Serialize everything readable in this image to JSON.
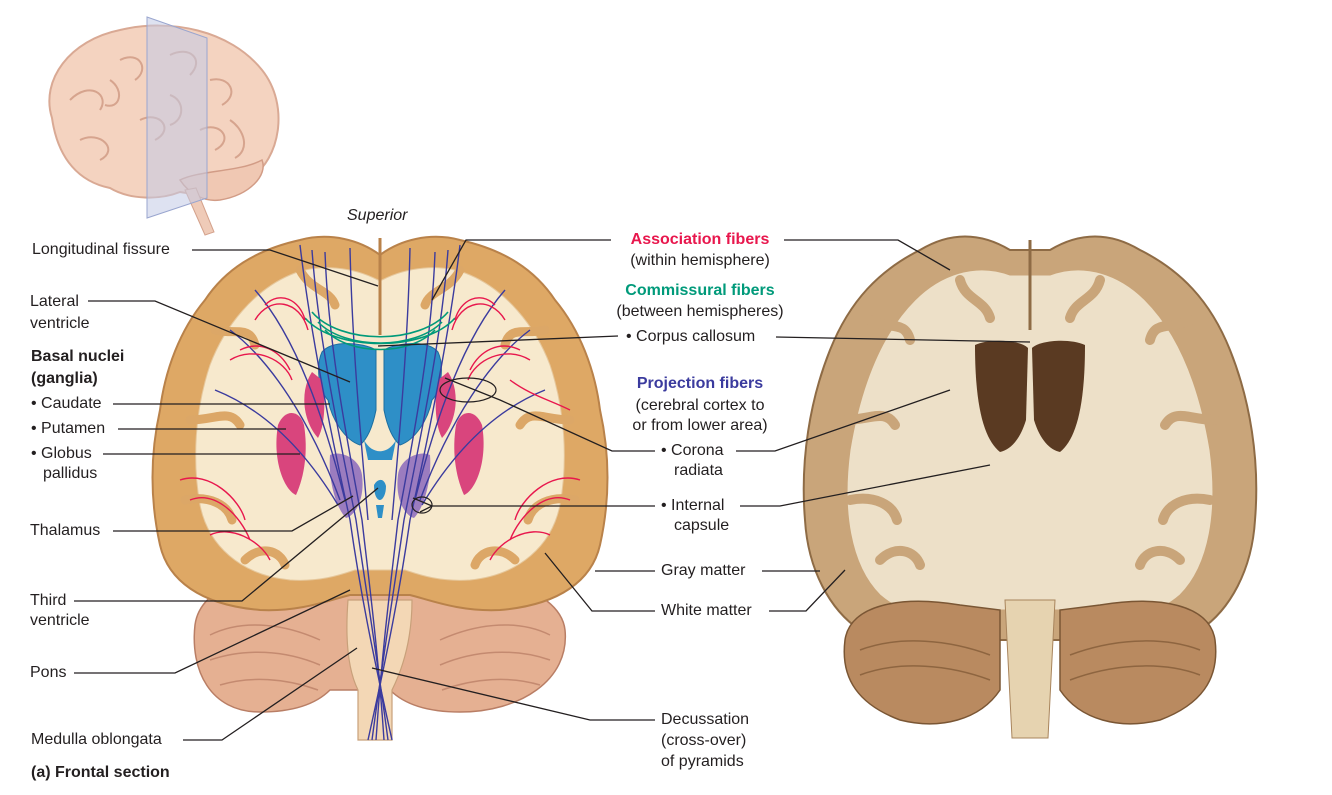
{
  "orientation": "Superior",
  "caption": "(a) Frontal section",
  "colors": {
    "association": "#e8174d",
    "commissural": "#009a7a",
    "projection": "#3b3b9e",
    "ventricle": "#2e8fc7",
    "caudate_putamen": "#d9457d",
    "pallidus_thalamus": "#9b7cbf",
    "cortex": "#d9a362",
    "white_matter": "#f6e7c9",
    "photo_white": "#ede0c8",
    "photo_gray": "#c9a57a"
  },
  "left_labels": {
    "longitudinal_fissure": "Longitudinal fissure",
    "lateral_ventricle_1": "Lateral",
    "lateral_ventricle_2": "ventricle",
    "basal_nuclei_1": "Basal nuclei",
    "basal_nuclei_2": "(ganglia)",
    "caudate": "• Caudate",
    "putamen": "• Putamen",
    "globus_1": "• Globus",
    "globus_2": "pallidus",
    "thalamus": "Thalamus",
    "third_ventricle_1": "Third",
    "third_ventricle_2": "ventricle",
    "pons": "Pons",
    "medulla": "Medulla oblongata"
  },
  "right_labels": {
    "association_title": "Association fibers",
    "association_sub": "(within hemisphere)",
    "commissural_title": "Commissural fibers",
    "commissural_sub": "(between hemispheres)",
    "corpus_callosum": "• Corpus callosum",
    "projection_title": "Projection fibers",
    "projection_sub1": "(cerebral cortex to",
    "projection_sub2": "or from lower area)",
    "corona_1": "• Corona",
    "corona_2": "radiata",
    "internal_1": "• Internal",
    "internal_2": "capsule",
    "gray_matter": "Gray matter",
    "white_matter": "White matter",
    "decussation_1": "Decussation",
    "decussation_2": "(cross-over)",
    "decussation_3": "of pyramids"
  }
}
